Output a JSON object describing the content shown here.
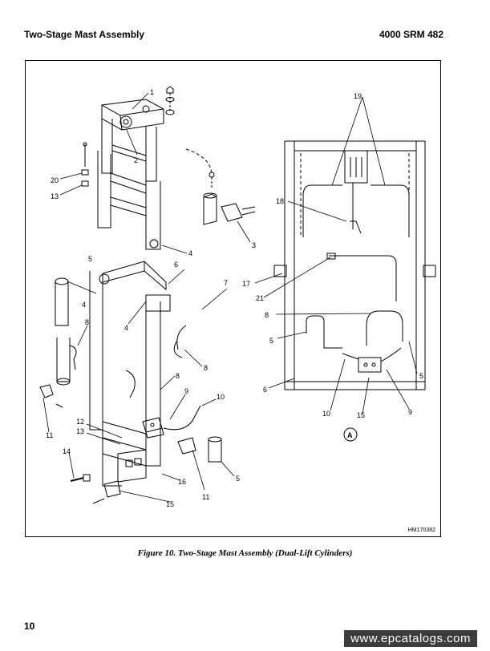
{
  "header": {
    "title": "Two-Stage Mast Assembly",
    "doc_code": "4000 SRM 482"
  },
  "figure": {
    "id": "HM170382",
    "caption": "Figure 10. Two-Stage Mast Assembly (Dual-Lift Cylinders)",
    "detail_marker": "A",
    "callouts": {
      "c1": "1",
      "c2": "2",
      "c3": "3",
      "c4a": "4",
      "c4b": "4",
      "c4c": "4",
      "c5a": "5",
      "c5b": "5",
      "c5c": "5",
      "c5d": "5",
      "c6a": "6",
      "c6b": "6",
      "c7": "7",
      "c8a": "8",
      "c8b": "8",
      "c8c": "8",
      "c8d": "8",
      "c9a": "9",
      "c9b": "9",
      "c10a": "10",
      "c10b": "10",
      "c11a": "11",
      "c11b": "11",
      "c12": "12",
      "c13a": "13",
      "c13b": "13",
      "c14": "14",
      "c15a": "15",
      "c15b": "15",
      "c16": "16",
      "c17": "17",
      "c18": "18",
      "c19": "19",
      "c20": "20",
      "c21": "21"
    }
  },
  "footer": {
    "page_number": "10",
    "watermark": "www.epcatalogs.com"
  }
}
